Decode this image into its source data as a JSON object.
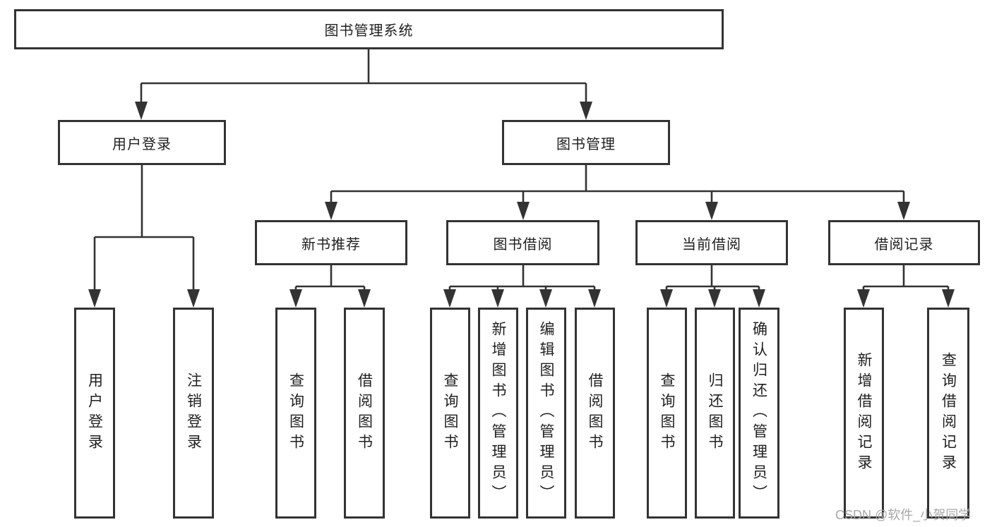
{
  "colors": {
    "line": "#333333",
    "text": "#1f1f1f",
    "bg": "#ffffff",
    "watermark": "#a8a8a8"
  },
  "watermark": "CSDN @软件_小贺同学",
  "nodes": {
    "root": "图书管理系统",
    "user_login": "用户登录",
    "book_management": "图书管理",
    "new_book_recommendation": "新书推荐",
    "book_borrowing": "图书借阅",
    "current_borrowing": "当前借阅",
    "borrowing_records": "借阅记录",
    "user_login_leaf": "用户登录",
    "logout_leaf": "注销登录",
    "nb_query_books": "查询图书",
    "nb_borrow_books": "借阅图书",
    "bb_query_books": "查询图书",
    "bb_add_books": "新增图书（管理员）",
    "bb_edit_books": "编辑图书（管理员）",
    "bb_borrow_books": "借阅图书",
    "cb_query_books": "查询图书",
    "cb_return_books": "归还图书",
    "cb_confirm_return": "确认归还（管理员）",
    "br_add_record": "新增借阅记录",
    "br_query_record": "查询借阅记录"
  }
}
